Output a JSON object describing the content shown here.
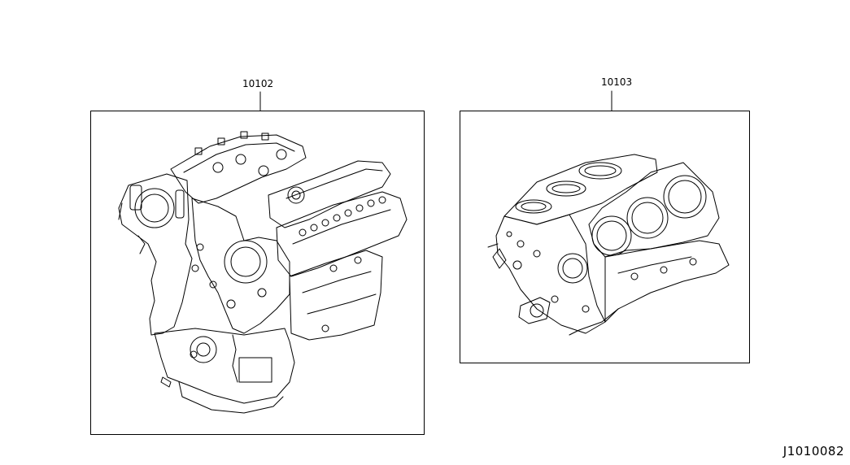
{
  "parts": [
    {
      "id": "10102",
      "label": "10102",
      "illustration": "engine-assembly"
    },
    {
      "id": "10103",
      "label": "10103",
      "illustration": "cylinder-block"
    }
  ],
  "diagram_code": "J1010082",
  "colors": {
    "line": "#000000",
    "background": "#ffffff"
  }
}
